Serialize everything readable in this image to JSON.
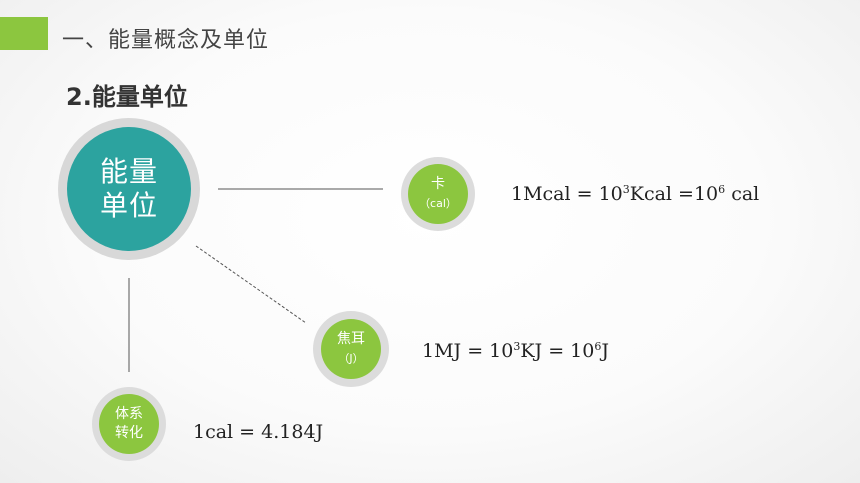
{
  "header": {
    "section_title": "一、能量概念及单位",
    "sub_title": "2.能量单位",
    "accent_color": "#8cc63f"
  },
  "main_node": {
    "line1": "能量",
    "line2": "单位",
    "color": "#2ca39f"
  },
  "nodes": {
    "cal": {
      "line1": "卡",
      "line2": "（cal）"
    },
    "joule": {
      "line1": "焦耳",
      "line2": "（J）"
    },
    "conversion": {
      "line1": "体系",
      "line2": "转化"
    }
  },
  "formulas": {
    "cal": {
      "a": "1Mcal = 10",
      "e1": "3",
      "b": "Kcal =10",
      "e2": "6",
      "c": " cal"
    },
    "joule": {
      "a": "1MJ = 10",
      "e1": "3",
      "b": "KJ = 10",
      "e2": "6",
      "c": "J"
    },
    "conversion": {
      "text": "1cal = 4.184J"
    }
  }
}
